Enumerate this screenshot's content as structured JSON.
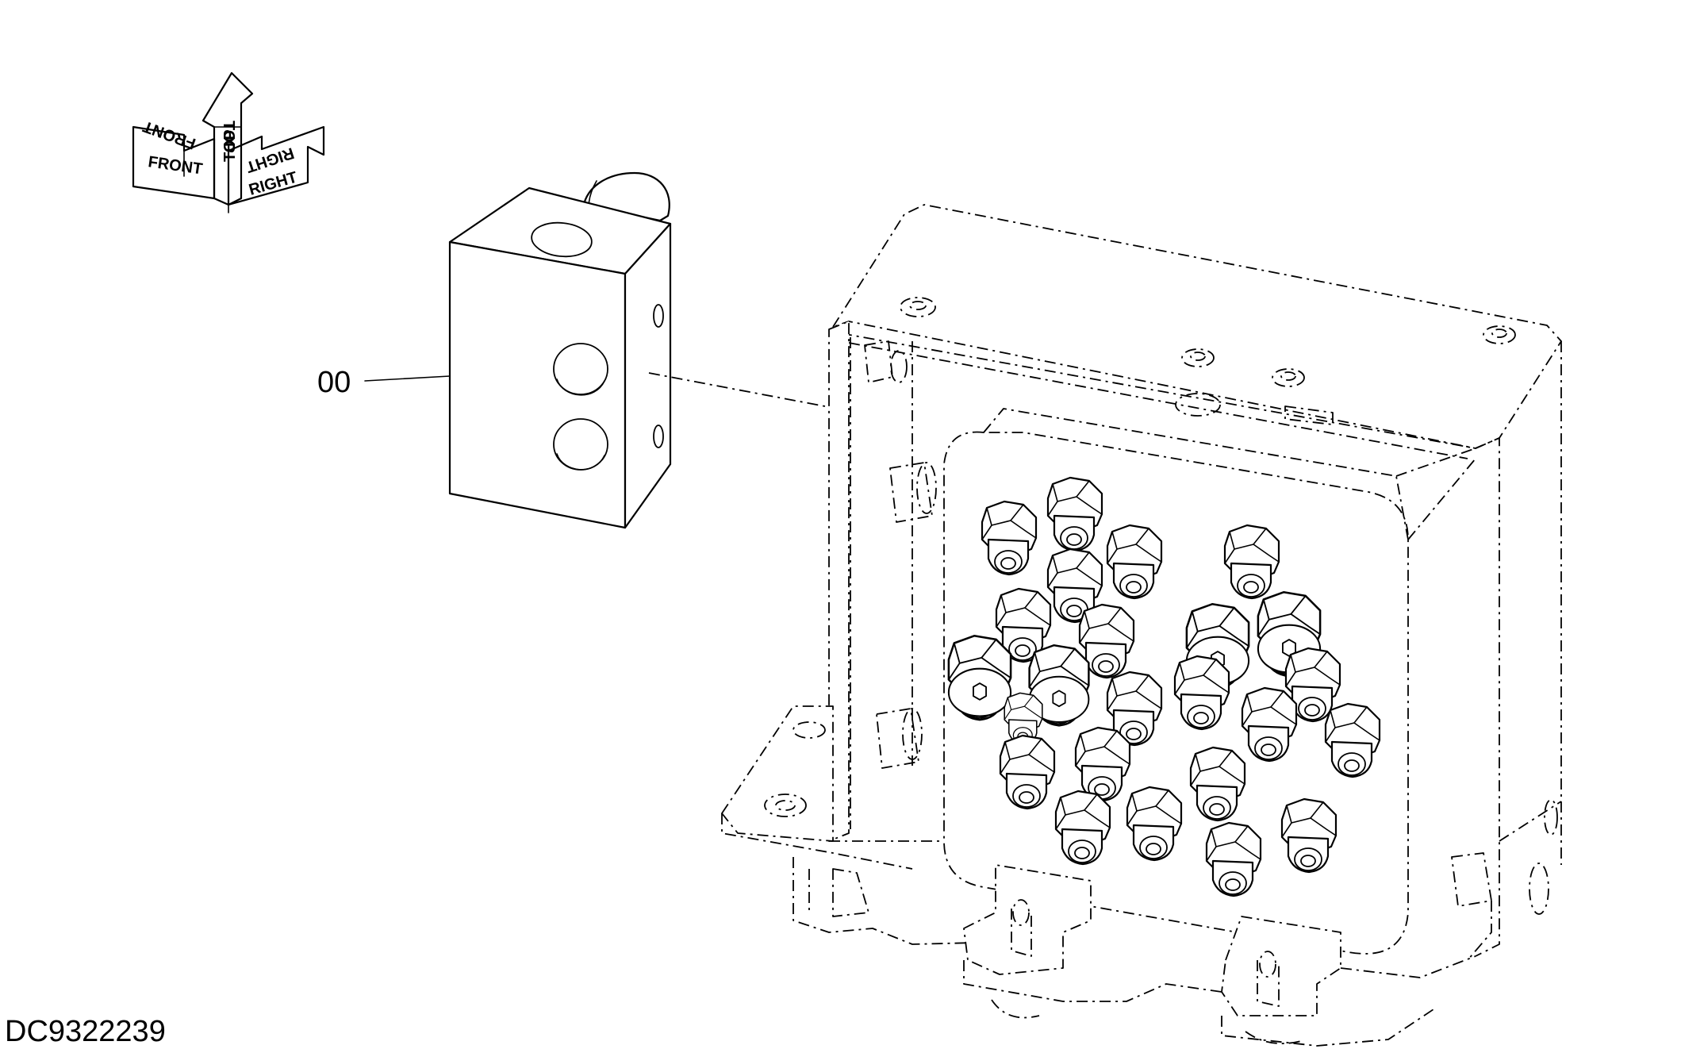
{
  "orientation": {
    "front_label": "FRONT",
    "top_label": "TOP",
    "right_label": "RIGHT"
  },
  "callouts": [
    {
      "label": "00"
    }
  ],
  "drawing_id": "DC9322239"
}
